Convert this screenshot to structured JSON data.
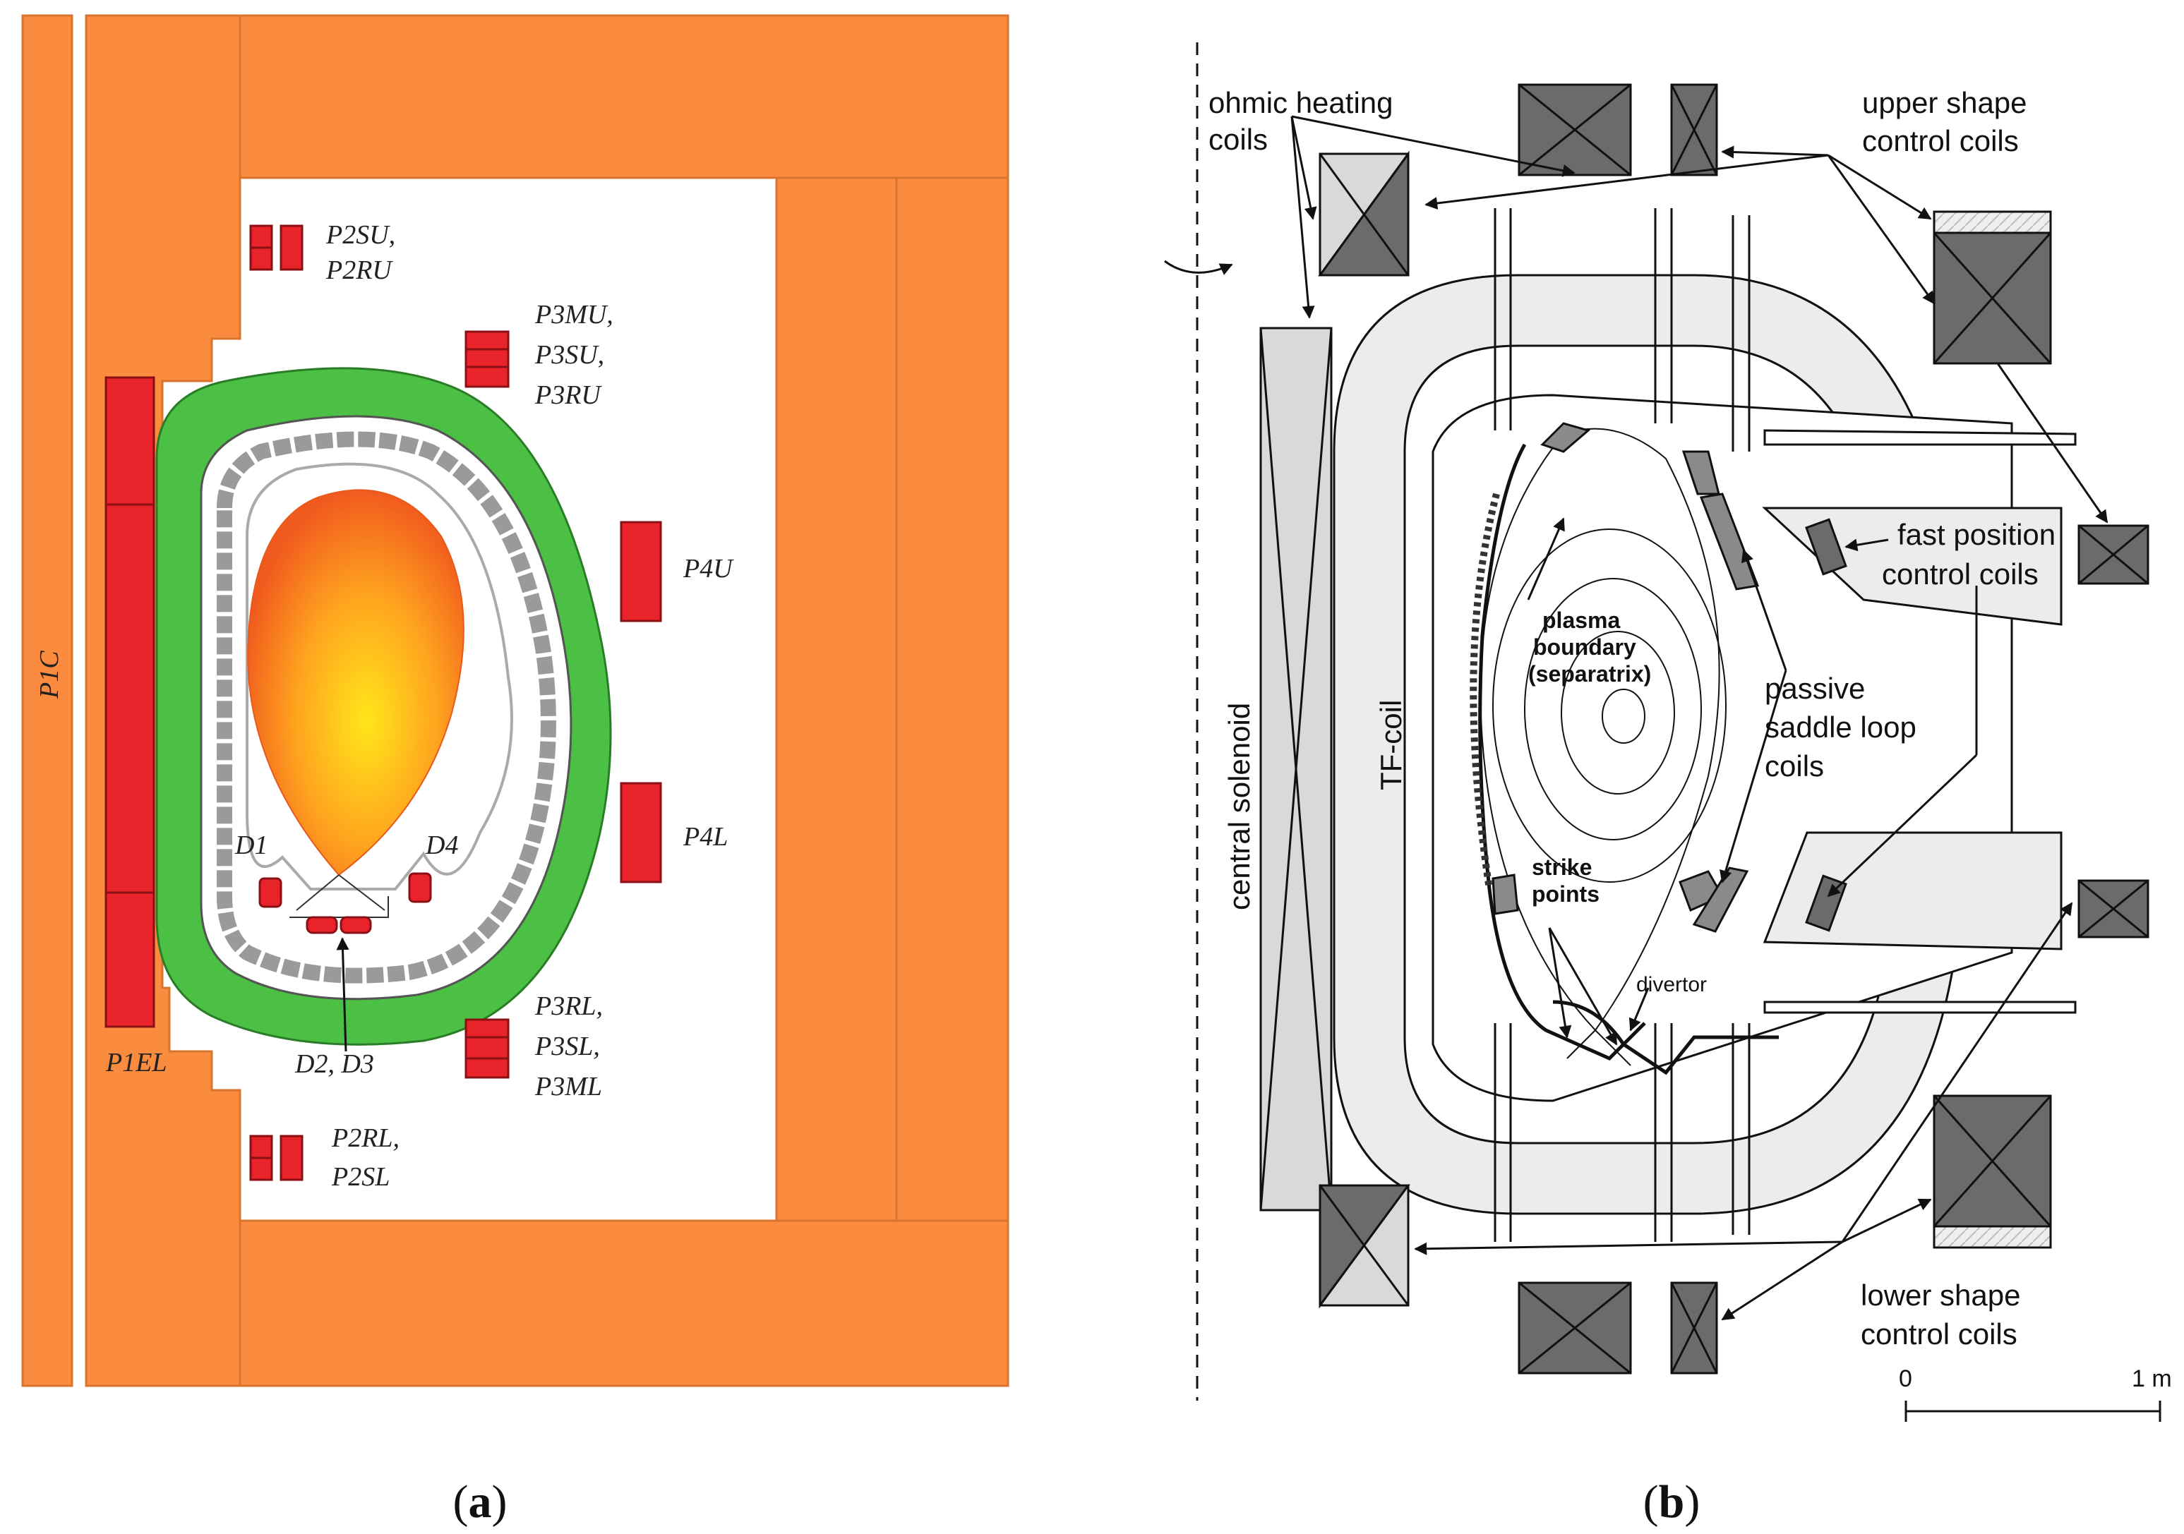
{
  "panel_a": {
    "caption_open": "(",
    "caption_letter": "a",
    "caption_close": ")",
    "colors": {
      "yoke": "#fb8c3f",
      "coil": "#e8242a",
      "vessel": "#4cbf45",
      "plasma_edge": "#f05a1e",
      "plasma_core": "#ffe61a"
    },
    "labels": {
      "p1c": "P1C",
      "p1el": "P1EL",
      "p2su": "P2SU,",
      "p2ru": "P2RU",
      "p3mu": "P3MU,",
      "p3su": "P3SU,",
      "p3ru": "P3RU",
      "p4u": "P4U",
      "p4l": "P4L",
      "p3rl": "P3RL,",
      "p3sl": "P3SL,",
      "p3ml": "P3ML",
      "p2rl": "P2RL,",
      "p2sl": "P2SL",
      "d1": "D1",
      "d4": "D4",
      "d2d3": "D2, D3"
    }
  },
  "panel_b": {
    "caption_open": "(",
    "caption_letter": "b",
    "caption_close": ")",
    "colors": {
      "dark_coil": "#6b6b6b",
      "light_coil": "#d9d9d9",
      "tf_fill": "#ececec"
    },
    "labels": {
      "ohmic_1": "ohmic heating",
      "ohmic_2": "coils",
      "upper_1": "upper shape",
      "upper_2": "control coils",
      "fast_1": "fast position",
      "fast_2": "control coils",
      "central_solenoid": "central solenoid",
      "tf_coil": "TF-coil",
      "plasma_1": "plasma",
      "plasma_2": "boundary",
      "plasma_3": "(separatrix)",
      "passive_1": "passive",
      "passive_2": "saddle loop",
      "passive_3": "coils",
      "strike_1": "strike",
      "strike_2": "points",
      "divertor": "divertor",
      "lower_1": "lower shape",
      "lower_2": "control coils",
      "scale_zero": "0",
      "scale_one": "1 m"
    }
  }
}
